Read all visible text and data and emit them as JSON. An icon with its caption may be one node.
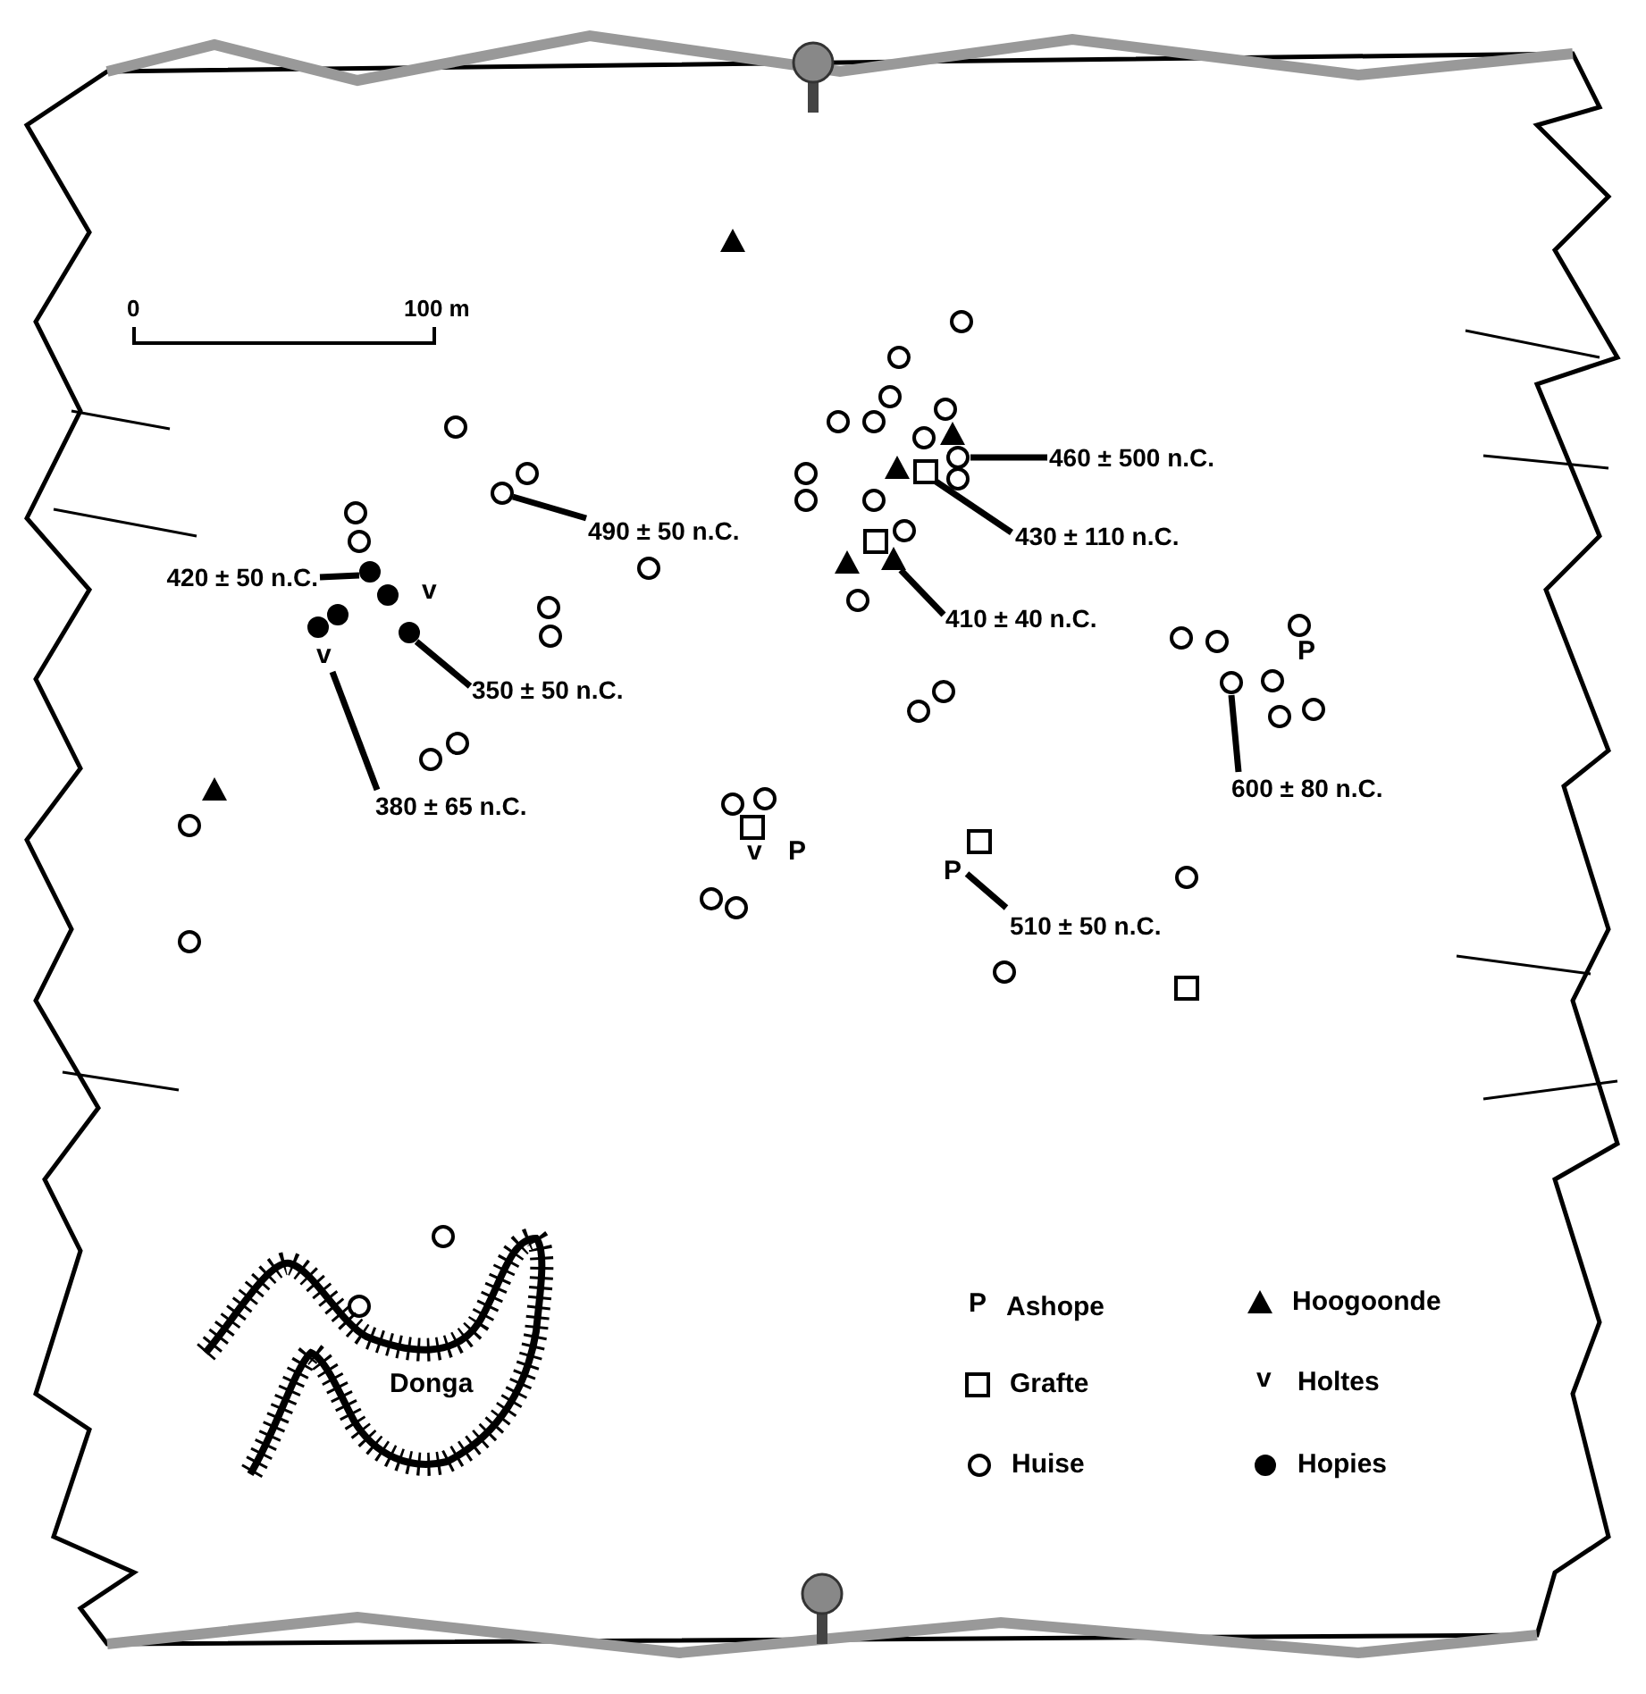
{
  "diagram": {
    "nodes": [
      {
        "text": [
          "460 ± 500 n.C."
        ]
      },
      {
        "text": [],
        "shape": "circle"
      },
      {
        "text": [
          "490 ± 50 n.C."
        ]
      },
      {
        "text": [],
        "shape": "circle"
      },
      {
        "text": [
          "430 ± 110 n.C."
        ]
      },
      {
        "text": [],
        "shape": "box"
      },
      {
        "text": [
          "420 ± 50 n.C."
        ]
      },
      {
        "text": [],
        "shape": "circle"
      },
      {
        "text": [
          "410 ± 40 n.C."
        ]
      },
      {
        "text": [],
        "shape": "triangle"
      },
      {
        "text": [
          "350 ± 50 n.C."
        ]
      },
      {
        "text": [],
        "shape": "circle"
      },
      {
        "text": [
          "600 ± 80 n.C."
        ]
      },
      {
        "text": [],
        "shape": "circle"
      },
      {
        "text": [
          "380 ± 65 n.C."
        ]
      },
      {
        "text": [
          "v"
        ]
      },
      {
        "text": [
          "510 ± 50 n.C."
        ]
      },
      {
        "text": [
          "P"
        ]
      },
      {
        "text": [
          "Donga"
        ]
      }
    ],
    "edges": [
      {
        "from": 0,
        "to": 1,
        "arrow": "none"
      },
      {
        "from": 2,
        "to": 3,
        "arrow": "none"
      },
      {
        "from": 4,
        "to": 5,
        "arrow": "none"
      },
      {
        "from": 6,
        "to": 7,
        "arrow": "none"
      },
      {
        "from": 8,
        "to": 9,
        "arrow": "none"
      },
      {
        "from": 10,
        "to": 11,
        "arrow": "none"
      },
      {
        "from": 12,
        "to": 13,
        "arrow": "none"
      },
      {
        "from": 14,
        "to": 15,
        "arrow": "none"
      },
      {
        "from": 16,
        "to": 17,
        "arrow": "none"
      }
    ],
    "labels": [
      "0",
      "100 m",
      "v",
      "P",
      "v",
      "P",
      "P",
      "v"
    ],
    "legend": [
      {
        "text": "Ashope"
      },
      {
        "text": "Grafte"
      },
      {
        "text": "Huise"
      },
      {
        "text": "Hoogoonde"
      },
      {
        "text": "Holtes"
      },
      {
        "text": "Hopies"
      }
    ]
  }
}
